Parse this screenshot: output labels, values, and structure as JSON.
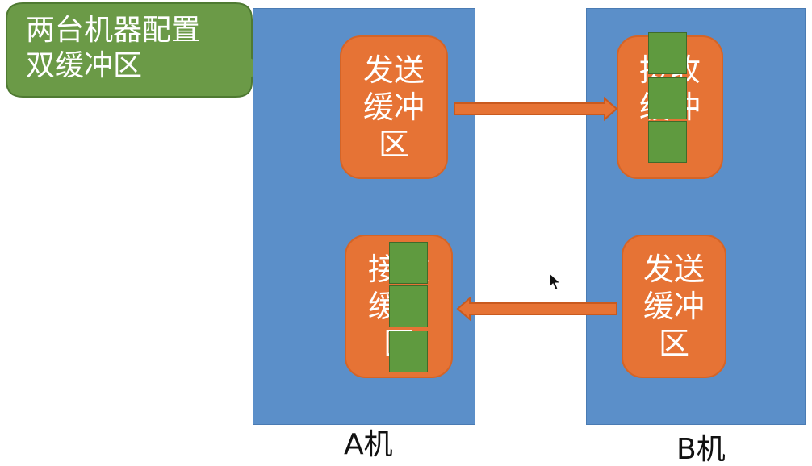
{
  "callout": {
    "text": "两台机器配置\n双缓冲区"
  },
  "machine_a": {
    "label": "A机",
    "send_buffer": "发送\n缓冲\n区",
    "receive_buffer": "接收\n缓冲\n区"
  },
  "machine_b": {
    "label": "B机",
    "send_buffer": "发送\n缓冲\n区",
    "receive_buffer": "接收\n缓冲\n区"
  },
  "colors": {
    "panel": "#5b8fc9",
    "buffer": "#e67335",
    "slot": "#5f9a3f",
    "callout": "#6b9a47"
  },
  "icons": [
    "mouse-cursor-icon"
  ]
}
